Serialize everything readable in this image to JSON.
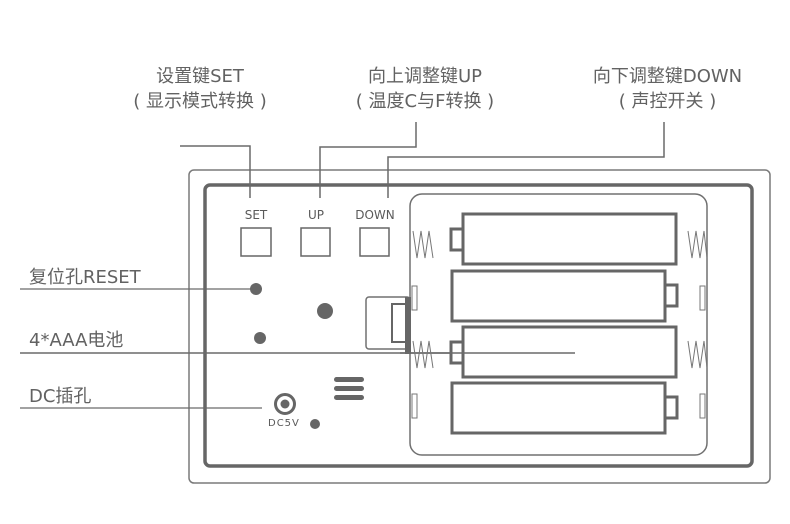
{
  "callouts": {
    "set": {
      "title": "设置键SET",
      "subtitle": "( 显示模式转换 )"
    },
    "up": {
      "title": "向上调整键UP",
      "subtitle": "( 温度C与F转换 )"
    },
    "down": {
      "title": "向下调整键DOWN",
      "subtitle": "( 声控开关 )"
    }
  },
  "buttons": {
    "set": "SET",
    "up": "UP",
    "down": "DOWN"
  },
  "side_labels": {
    "reset": "复位孔RESET",
    "battery": "4*AAA电池",
    "dc": "DC插孔"
  },
  "dc_port_label": "DC5V",
  "battery_count": 4,
  "colors": {
    "line": "#6a6a6a",
    "thin_line": "#7a7a7a",
    "text": "#626262",
    "background": "#ffffff"
  }
}
